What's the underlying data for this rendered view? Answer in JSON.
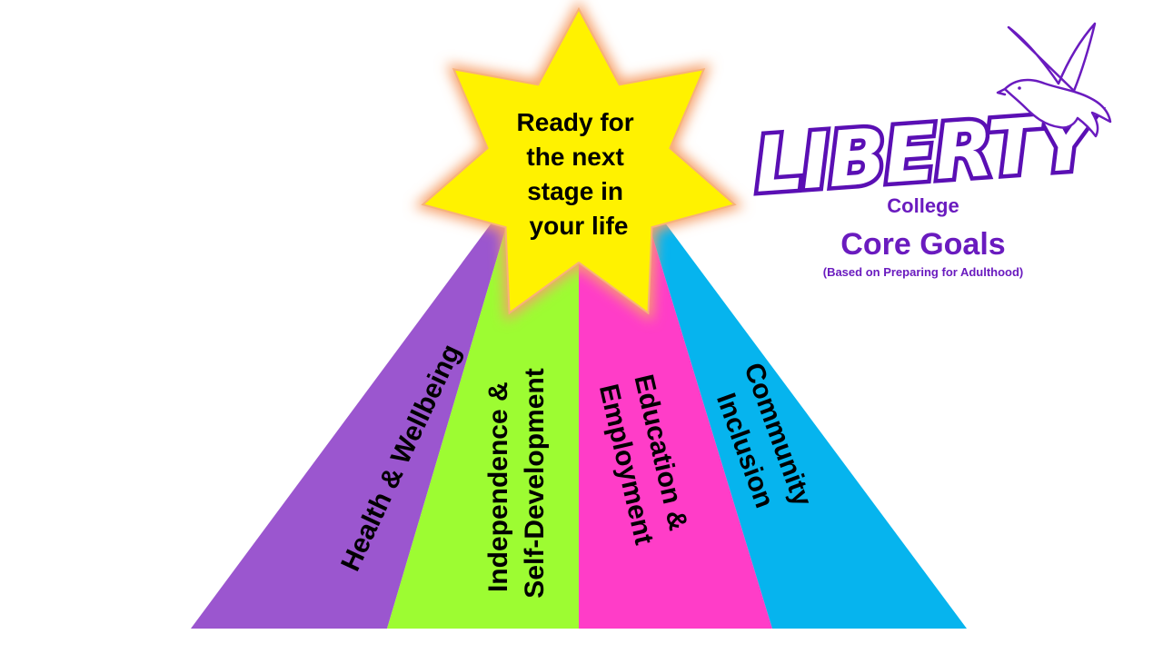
{
  "segments": [
    {
      "id": "health",
      "label_lines": [
        "Health & Wellbeing"
      ],
      "color": "#9b56cf"
    },
    {
      "id": "independence",
      "label_lines": [
        "Independence &",
        "Self-Development"
      ],
      "color": "#9dfc32"
    },
    {
      "id": "education",
      "label_lines": [
        "Education &",
        "Employment"
      ],
      "color": "#ff3dc8"
    },
    {
      "id": "community",
      "label_lines": [
        "Community",
        "Inclusion"
      ],
      "color": "#06b4ee"
    }
  ],
  "star": {
    "lines": [
      "Ready for",
      "the next",
      "stage in",
      "your life"
    ],
    "color": "#fff200",
    "glow_color": "#f6a06a"
  },
  "logo": {
    "word": "LIBERTY",
    "college": "College",
    "goals": "Core Goals",
    "subtitle": "(Based on Preparing for Adulthood)",
    "accent": "#6a1bbf",
    "dove_icon": "dove-icon"
  }
}
